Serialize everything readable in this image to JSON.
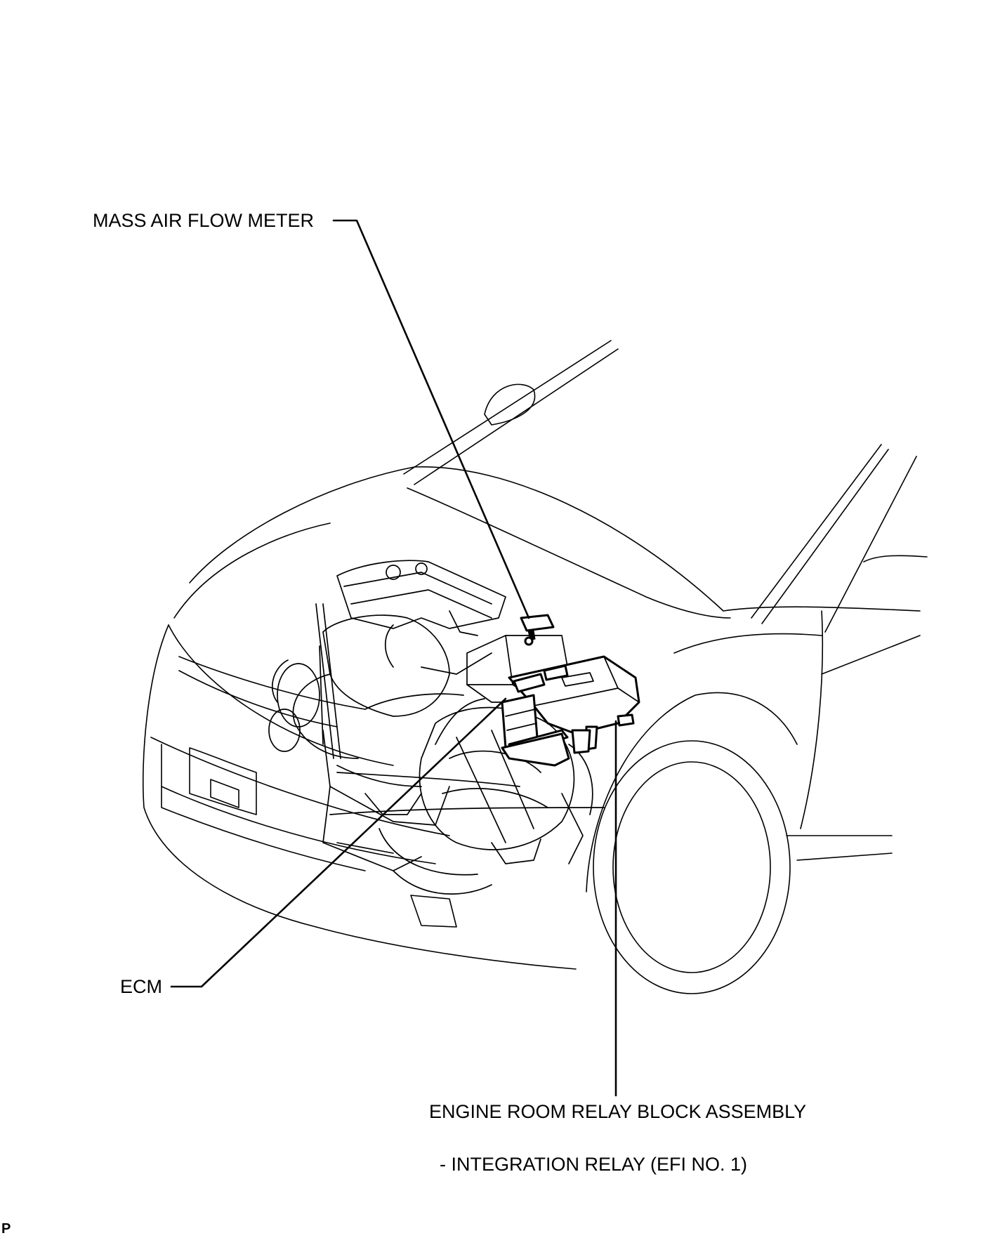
{
  "labels": {
    "mass_air_flow_meter": "MASS AIR FLOW METER",
    "ecm": "ECM",
    "relay_block_line1": "ENGINE ROOM RELAY BLOCK ASSEMBLY",
    "relay_block_line2": "- INTEGRATION RELAY (EFI NO. 1)",
    "corner_mark": "P"
  }
}
